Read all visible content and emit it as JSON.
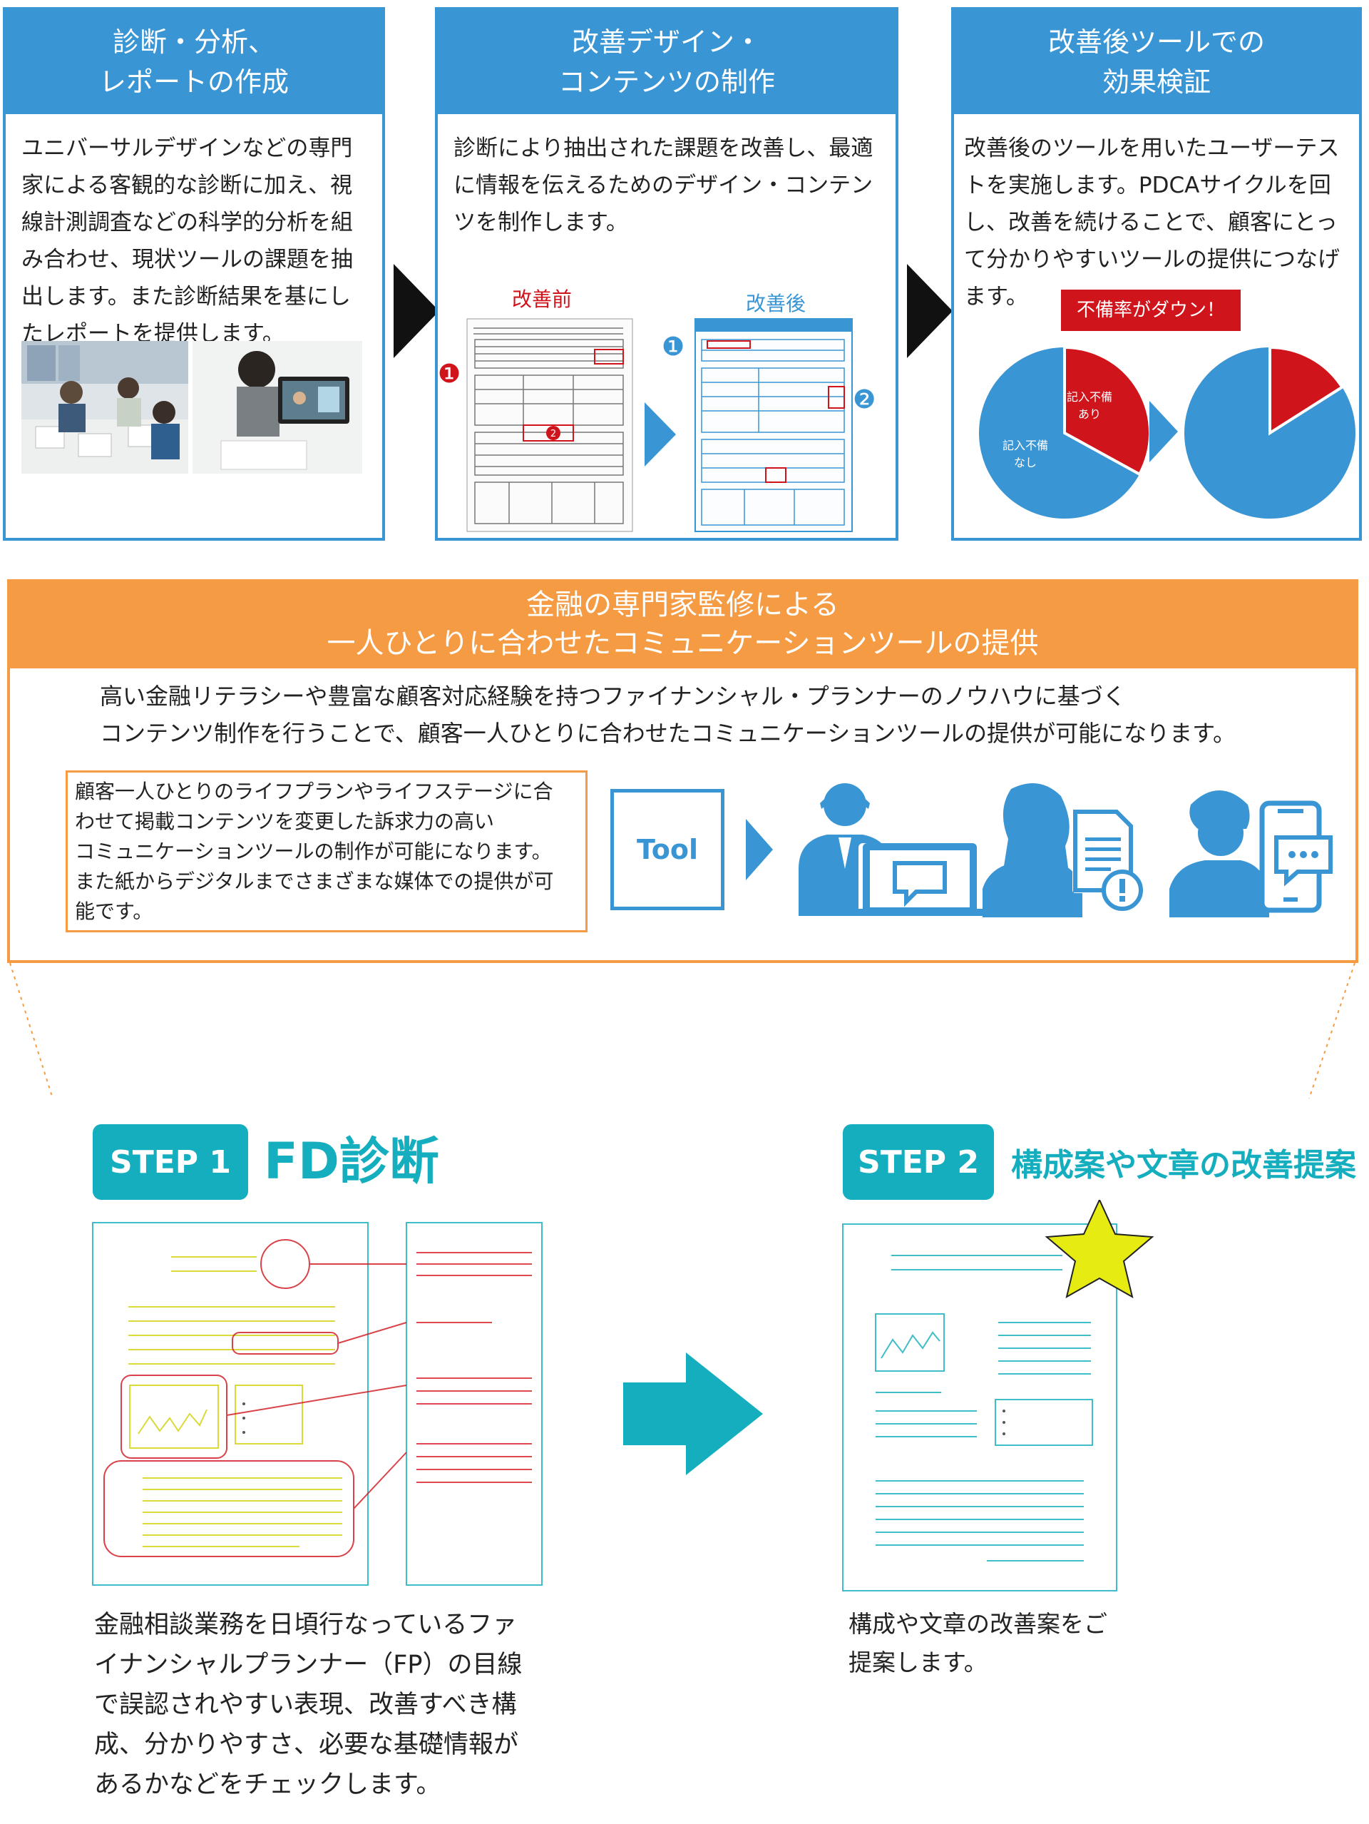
{
  "panels": [
    {
      "title_line1": "診断・分析、",
      "title_line2": "レポートの作成",
      "body": [
        "ユニバーサルデザインなどの専門",
        "家による客観的な診断に加え、視",
        "線計測調査などの科学的分析を組",
        "み合わせ、現状ツールの課題を抽",
        "出します。また診断結果を基にし",
        "たレポートを提供します。"
      ]
    },
    {
      "title_line1": "改善デザイン・",
      "title_line2": "コンテンツの制作",
      "body": [
        "診断により抽出された課題を改善し、最適",
        "に情報を伝えるためのデザイン・コンテン",
        "ツを制作します。"
      ],
      "before_label": "改善前",
      "after_label": "改善後",
      "markers": [
        "❶",
        "❷"
      ]
    },
    {
      "title_line1": "改善後ツールでの",
      "title_line2": "効果検証",
      "body": [
        "改善後のツールを用いたユーザーテス",
        "トを実施します。PDCAサイクルを回",
        "し、改善を続けることで、顧客にとっ",
        "て分かりやすいツールの提供につなげ",
        "ます。"
      ],
      "badge": "不備率がダウン！",
      "pie_before": {
        "slice_label_line1": "記入不備",
        "slice_label_line2": "あり",
        "rest_label_line1": "記入不備",
        "rest_label_line2": "なし",
        "share": 0.33
      },
      "pie_after": {
        "share": 0.16
      }
    }
  ],
  "orange": {
    "title_line1": "金融の専門家監修による",
    "title_line2": "一人ひとりに合わせたコミュニケーションツールの提供",
    "text_line1": "高い金融リテラシーや豊富な顧客対応経験を持つファイナンシャル・プランナーのノウハウに基づく",
    "text_line2": "コンテンツ制作を行うことで、顧客一人ひとりに合わせたコミュニケーションツールの提供が可能になります。",
    "note": [
      "顧客一人ひとりのライフプランやライフステージに合",
      "わせて掲載コンテンツを変更した訴求力の高い",
      "コミュニケーションツールの制作が可能になります。",
      "また紙からデジタルまでさまざまな媒体での提供が可",
      "能です。"
    ],
    "tool_label": "Tool"
  },
  "step1": {
    "badge": "STEP 1",
    "title": "FD診断",
    "desc": [
      "金融相談業務を日頃行なっているファ",
      "イナンシャルプランナー（FP）の目線",
      "で誤認されやすい表現、改善すべき構",
      "成、分かりやすさ、必要な基礎情報が",
      "あるかなどをチェックします。"
    ]
  },
  "step2": {
    "badge": "STEP 2",
    "title": "構成案や文章の改善提案",
    "desc": [
      "構成や文章の改善案をご",
      "提案します。"
    ]
  },
  "colors": {
    "blue": "#3a95d4",
    "orange": "#f59b43",
    "teal": "#15aebf",
    "red": "#d0141b",
    "yellow": "#e6ec12"
  }
}
